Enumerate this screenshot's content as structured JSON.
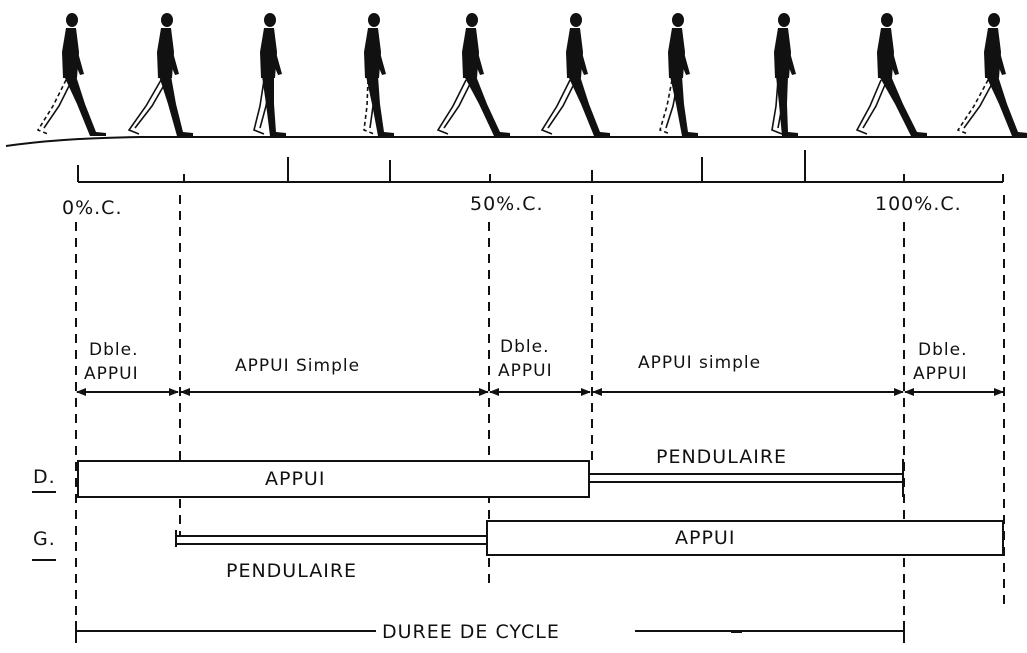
{
  "figures": [
    {
      "name": "walker-silhouette-1"
    },
    {
      "name": "walker-silhouette-2"
    },
    {
      "name": "walker-silhouette-3"
    },
    {
      "name": "walker-silhouette-4"
    },
    {
      "name": "walker-silhouette-5"
    },
    {
      "name": "walker-silhouette-6"
    },
    {
      "name": "walker-silhouette-7"
    },
    {
      "name": "walker-silhouette-8"
    },
    {
      "name": "walker-silhouette-9"
    },
    {
      "name": "walker-silhouette-10"
    }
  ],
  "percent_labels": {
    "start": "0%.C.",
    "middle": "50%.C.",
    "end": "100%.C."
  },
  "phases": {
    "double_support_1": [
      "Dble.",
      "APPUI"
    ],
    "single_support_1": "APPUI Simple",
    "double_support_2": [
      "Dble.",
      "APPUI"
    ],
    "single_support_2": "APPUI simple",
    "double_support_3": [
      "Dble.",
      "APPUI"
    ]
  },
  "legs": {
    "right": {
      "label": "D.",
      "stance": "APPUI",
      "swing": "PENDULAIRE"
    },
    "left": {
      "label": "G.",
      "swing": "PENDULAIRE",
      "stance": "APPUI"
    }
  },
  "cycle_label": "DUREE DE CYCLE"
}
